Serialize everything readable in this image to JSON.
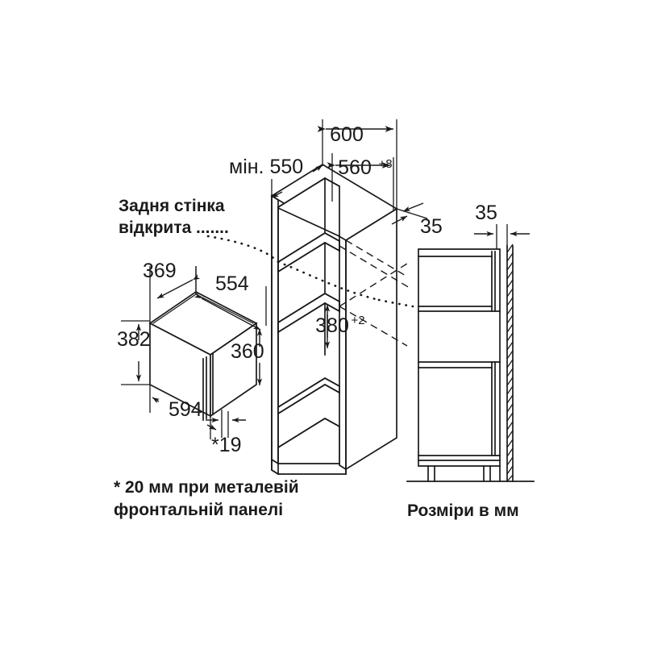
{
  "document": {
    "type": "installation-dimension-drawing",
    "units_note": "Розміри в мм",
    "background_color": "#ffffff",
    "line_color": "#1a1a1a"
  },
  "annotations": {
    "back_wall_note_line1": "Задня стінка",
    "back_wall_note_line2": "відкрита",
    "back_wall_note_dots": ".......",
    "footnote_line1": "* 20 мм при металевій",
    "footnote_line2": "фронтальній панелі",
    "units_label": "Розміри в мм"
  },
  "dimensions": {
    "niche_width_outer": "600",
    "niche_depth_min": "мін. 550",
    "niche_width_inner": "560",
    "niche_width_inner_tol": "+8",
    "niche_top_offset": "35",
    "wall_gap": "35",
    "niche_height": "380",
    "niche_height_tol": "+2",
    "appliance_depth": "369",
    "appliance_body_width": "554",
    "appliance_front_height": "382",
    "appliance_body_height": "360",
    "appliance_front_width": "594",
    "appliance_front_thickness": "*19"
  },
  "views": {
    "appliance_iso": "built-in-microwave-isometric",
    "cabinet_iso": "tall-cabinet-niche-isometric",
    "cabinet_side": "tall-cabinet-side-section"
  }
}
